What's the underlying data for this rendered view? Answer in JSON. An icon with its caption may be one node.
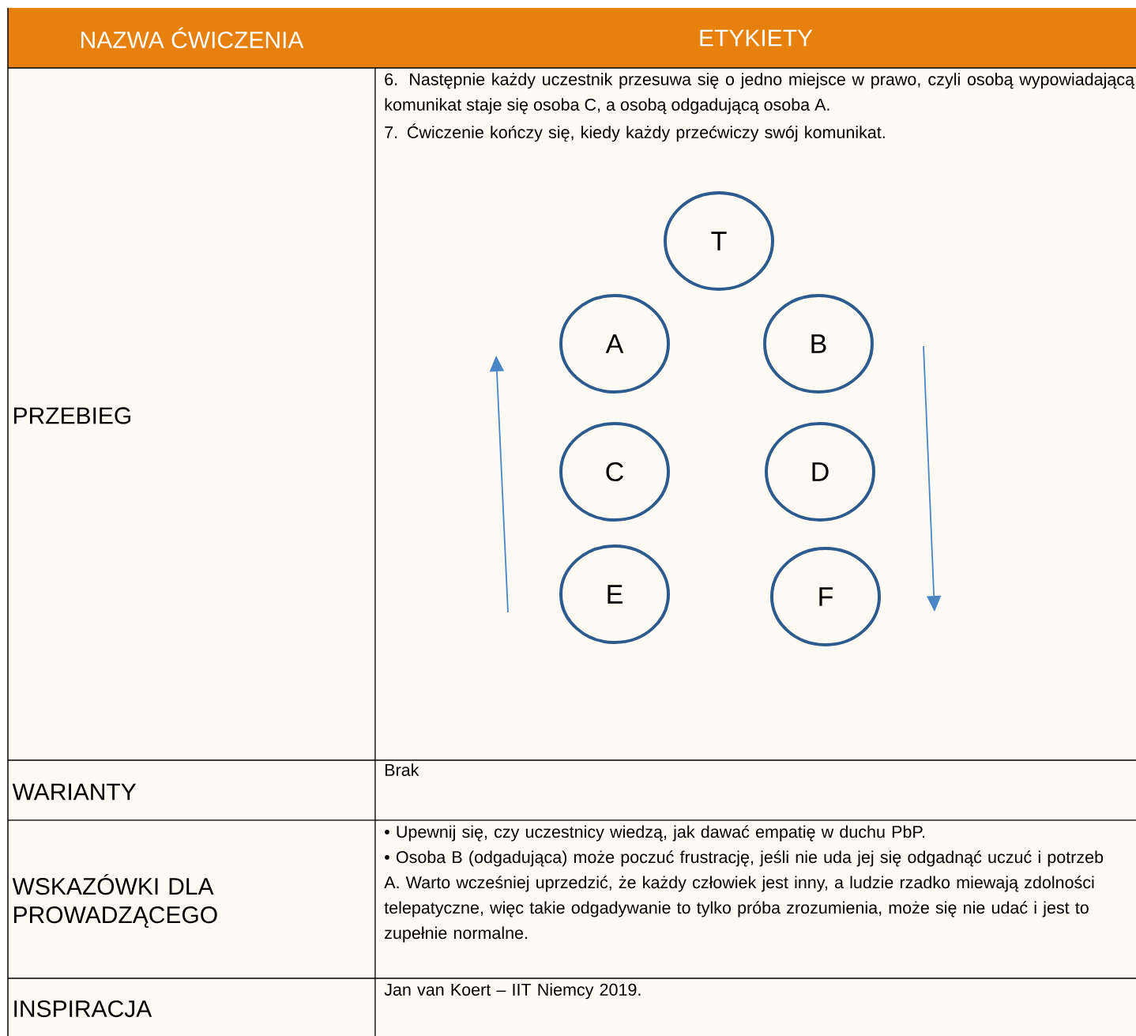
{
  "diagram": {
    "nodes": [
      {
        "text": [
          "T"
        ]
      },
      {
        "text": [
          "A"
        ]
      },
      {
        "text": [
          "B"
        ]
      },
      {
        "text": [
          "C"
        ]
      },
      {
        "text": [
          "D"
        ]
      },
      {
        "text": [
          "E"
        ]
      },
      {
        "text": [
          "F"
        ]
      }
    ],
    "labels": [
      "NAZWA ĆWICZENIA",
      "ETYKIETY",
      "PRZEBIEG",
      "6. Następnie każdy uczestnik przesuwa się o jedno miejsce w prawo, czyli osobą wypowiadającą komunikat staje się osoba C, a osobą odgadującą osoba A.",
      "7. Ćwiczenie kończy się, kiedy każdy przećwiczy swój komunikat.",
      "WARIANTY",
      "Brak",
      "WSKAZÓWKI DLA PROWADZĄCEGO",
      "• Upewnij się, czy uczestnicy wiedzą, jak dawać empatię w duchu PbP.",
      "• Osoba B (odgadująca) może poczuć frustrację, jeśli nie uda jej się odgadnąć uczuć i potrzeb A. Warto wcześniej uprzedzić, że każdy człowiek jest inny, a ludzie rzadko miewają zdolności telepatyczne, więc takie odgadywanie to tylko próba zrozumienia, może się nie udać i jest to zupełnie normalne.",
      "INSPIRACJA",
      "Jan van Koert – IIT Niemcy 2019."
    ]
  }
}
